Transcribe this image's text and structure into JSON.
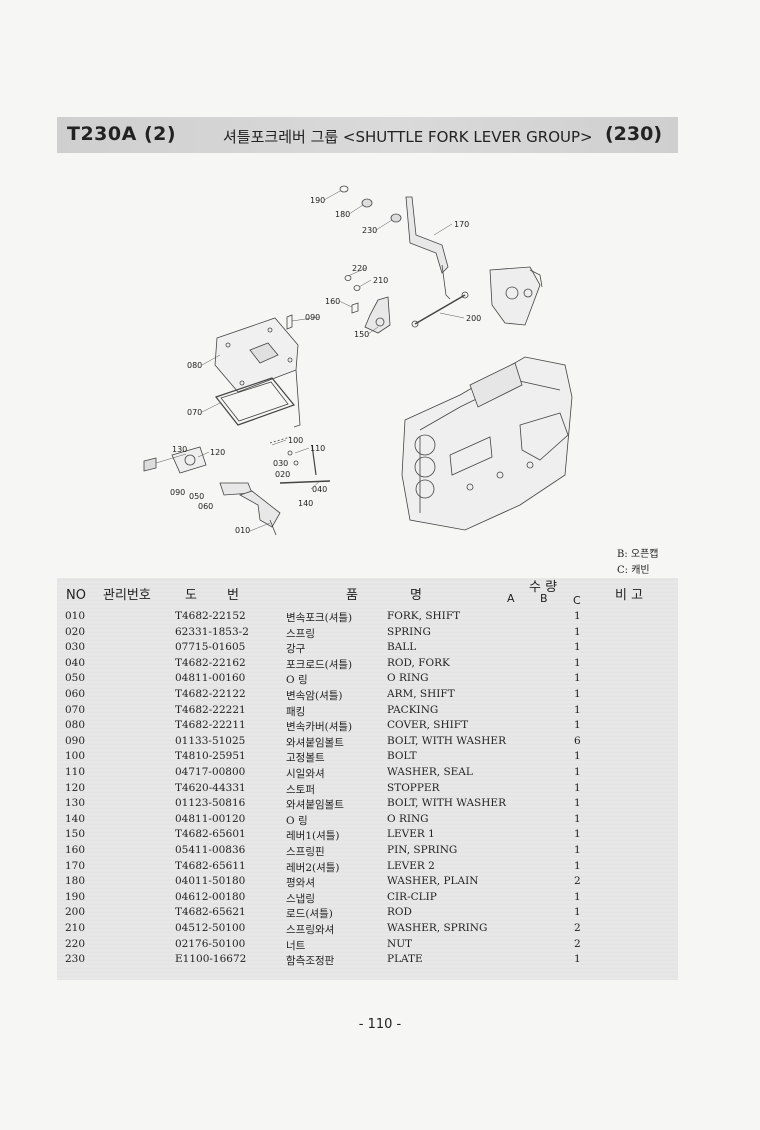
{
  "header": {
    "code": "T230A (2)",
    "title": "셔틀포크레버 그룹 <SHUTTLE FORK LEVER GROUP>",
    "page_ref": "(230)"
  },
  "diagram": {
    "callouts": [
      "190",
      "180",
      "230",
      "170",
      "220",
      "210",
      "160",
      "090",
      "200",
      "150",
      "080",
      "070",
      "100",
      "110",
      "130",
      "120",
      "030",
      "020",
      "040",
      "090",
      "050",
      "060",
      "140",
      "010"
    ]
  },
  "legend": {
    "b": "B: 오픈캡",
    "c": "C: 캐빈"
  },
  "table": {
    "headers": {
      "no": "NO",
      "mgmt": "관리번호",
      "drawing_1": "도",
      "drawing_2": "번",
      "item_1": "품",
      "item_2": "명",
      "qty": "수 량",
      "qty_a": "A",
      "qty_b": "B",
      "qty_c": "C",
      "remark": "비 고"
    },
    "rows": [
      {
        "no": "010",
        "part": "T4682-22152",
        "kr": "변속포크(셔틀)",
        "en": "FORK, SHIFT",
        "qty": "1"
      },
      {
        "no": "020",
        "part": "62331-1853-2",
        "kr": "스프링",
        "en": "SPRING",
        "qty": "1"
      },
      {
        "no": "030",
        "part": "07715-01605",
        "kr": "강구",
        "en": "BALL",
        "qty": "1"
      },
      {
        "no": "040",
        "part": "T4682-22162",
        "kr": "포크로드(셔틀)",
        "en": "ROD, FORK",
        "qty": "1"
      },
      {
        "no": "050",
        "part": "04811-00160",
        "kr": "O 링",
        "en": "O RING",
        "qty": "1"
      },
      {
        "no": "060",
        "part": "T4682-22122",
        "kr": "변속암(셔틀)",
        "en": "ARM, SHIFT",
        "qty": "1"
      },
      {
        "no": "070",
        "part": "T4682-22221",
        "kr": "패킹",
        "en": "PACKING",
        "qty": "1"
      },
      {
        "no": "080",
        "part": "T4682-22211",
        "kr": "변속카버(셔틀)",
        "en": "COVER, SHIFT",
        "qty": "1"
      },
      {
        "no": "090",
        "part": "01133-51025",
        "kr": "와셔붙임볼트",
        "en": "BOLT, WITH WASHER",
        "qty": "6"
      },
      {
        "no": "100",
        "part": "T4810-25951",
        "kr": "고정볼트",
        "en": "BOLT",
        "qty": "1"
      },
      {
        "no": "110",
        "part": "04717-00800",
        "kr": "시일와셔",
        "en": "WASHER, SEAL",
        "qty": "1"
      },
      {
        "no": "120",
        "part": "T4620-44331",
        "kr": "스토퍼",
        "en": "STOPPER",
        "qty": "1"
      },
      {
        "no": "130",
        "part": "01123-50816",
        "kr": "와셔붙임볼트",
        "en": "BOLT, WITH WASHER",
        "qty": "1"
      },
      {
        "no": "140",
        "part": "04811-00120",
        "kr": "O 링",
        "en": "O RING",
        "qty": "1"
      },
      {
        "no": "150",
        "part": "T4682-65601",
        "kr": "레버1(셔틀)",
        "en": "LEVER 1",
        "qty": "1"
      },
      {
        "no": "160",
        "part": "05411-00836",
        "kr": "스프링핀",
        "en": "PIN, SPRING",
        "qty": "1"
      },
      {
        "no": "170",
        "part": "T4682-65611",
        "kr": "레버2(셔틀)",
        "en": "LEVER 2",
        "qty": "1"
      },
      {
        "no": "180",
        "part": "04011-50180",
        "kr": "평와셔",
        "en": "WASHER, PLAIN",
        "qty": "2"
      },
      {
        "no": "190",
        "part": "04612-00180",
        "kr": "스냅링",
        "en": "CIR-CLIP",
        "qty": "1"
      },
      {
        "no": "200",
        "part": "T4682-65621",
        "kr": "로드(셔틀)",
        "en": "ROD",
        "qty": "1"
      },
      {
        "no": "210",
        "part": "04512-50100",
        "kr": "스프링와셔",
        "en": "WASHER, SPRING",
        "qty": "2"
      },
      {
        "no": "220",
        "part": "02176-50100",
        "kr": "너트",
        "en": "NUT",
        "qty": "2"
      },
      {
        "no": "230",
        "part": "E1100-16672",
        "kr": "함측조정판",
        "en": "PLATE",
        "qty": "1"
      }
    ]
  },
  "footer": {
    "page_number": "- 110 -"
  }
}
